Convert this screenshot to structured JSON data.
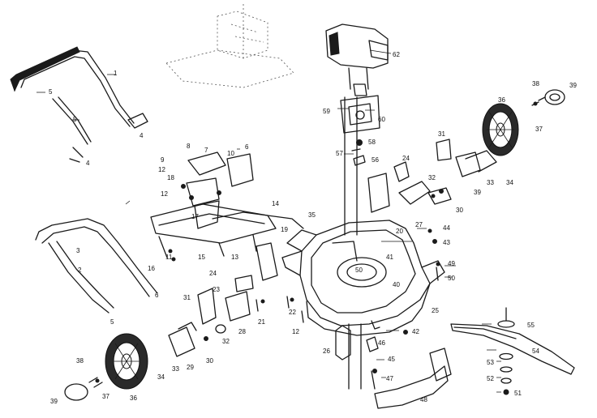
{
  "callouts": [
    {
      "id": "c1",
      "text": "1"
    },
    {
      "id": "c2",
      "text": "2"
    },
    {
      "id": "c3",
      "text": "3"
    },
    {
      "id": "c4a",
      "text": "4"
    },
    {
      "id": "c4b",
      "text": "4"
    },
    {
      "id": "c5a",
      "text": "5"
    },
    {
      "id": "c5b",
      "text": "5"
    },
    {
      "id": "c5c",
      "text": "5"
    },
    {
      "id": "c6a",
      "text": "6"
    },
    {
      "id": "c6b",
      "text": "6"
    },
    {
      "id": "c7",
      "text": "7"
    },
    {
      "id": "c8",
      "text": "8"
    },
    {
      "id": "c9",
      "text": "9"
    },
    {
      "id": "c10",
      "text": "10"
    },
    {
      "id": "c11",
      "text": "11"
    },
    {
      "id": "c12a",
      "text": "12"
    },
    {
      "id": "c12b",
      "text": "12"
    },
    {
      "id": "c12c",
      "text": "12"
    },
    {
      "id": "c13",
      "text": "13"
    },
    {
      "id": "c14",
      "text": "14"
    },
    {
      "id": "c15",
      "text": "15"
    },
    {
      "id": "c16",
      "text": "16"
    },
    {
      "id": "c17",
      "text": "17"
    },
    {
      "id": "c18",
      "text": "18"
    },
    {
      "id": "c19",
      "text": "19"
    },
    {
      "id": "c20",
      "text": "20"
    },
    {
      "id": "c21",
      "text": "21"
    },
    {
      "id": "c22",
      "text": "22"
    },
    {
      "id": "c23",
      "text": "23"
    },
    {
      "id": "c24a",
      "text": "24"
    },
    {
      "id": "c24b",
      "text": "24"
    },
    {
      "id": "c25",
      "text": "25"
    },
    {
      "id": "c26",
      "text": "26"
    },
    {
      "id": "c27",
      "text": "27"
    },
    {
      "id": "c28",
      "text": "28"
    },
    {
      "id": "c29",
      "text": "29"
    },
    {
      "id": "c30a",
      "text": "30"
    },
    {
      "id": "c30b",
      "text": "30"
    },
    {
      "id": "c31a",
      "text": "31"
    },
    {
      "id": "c31b",
      "text": "31"
    },
    {
      "id": "c32a",
      "text": "32"
    },
    {
      "id": "c32b",
      "text": "32"
    },
    {
      "id": "c33a",
      "text": "33"
    },
    {
      "id": "c33b",
      "text": "33"
    },
    {
      "id": "c34a",
      "text": "34"
    },
    {
      "id": "c34b",
      "text": "34"
    },
    {
      "id": "c35",
      "text": "35"
    },
    {
      "id": "c36a",
      "text": "36"
    },
    {
      "id": "c36b",
      "text": "36"
    },
    {
      "id": "c37a",
      "text": "37"
    },
    {
      "id": "c37b",
      "text": "37"
    },
    {
      "id": "c38a",
      "text": "38"
    },
    {
      "id": "c38b",
      "text": "38"
    },
    {
      "id": "c39a",
      "text": "39"
    },
    {
      "id": "c39b",
      "text": "39"
    },
    {
      "id": "c39c",
      "text": "39"
    },
    {
      "id": "c40",
      "text": "40"
    },
    {
      "id": "c41",
      "text": "41"
    },
    {
      "id": "c42",
      "text": "42"
    },
    {
      "id": "c43",
      "text": "43"
    },
    {
      "id": "c44",
      "text": "44"
    },
    {
      "id": "c45",
      "text": "45"
    },
    {
      "id": "c46",
      "text": "46"
    },
    {
      "id": "c47",
      "text": "47"
    },
    {
      "id": "c48",
      "text": "48"
    },
    {
      "id": "c49",
      "text": "49"
    },
    {
      "id": "c50a",
      "text": "50"
    },
    {
      "id": "c50b",
      "text": "50"
    },
    {
      "id": "c51",
      "text": "51"
    },
    {
      "id": "c52",
      "text": "52"
    },
    {
      "id": "c53",
      "text": "53"
    },
    {
      "id": "c54",
      "text": "54"
    },
    {
      "id": "c55",
      "text": "55"
    },
    {
      "id": "c56",
      "text": "56"
    },
    {
      "id": "c57",
      "text": "57"
    },
    {
      "id": "c58",
      "text": "58"
    },
    {
      "id": "c59",
      "text": "59"
    },
    {
      "id": "c60",
      "text": "60"
    },
    {
      "id": "c62",
      "text": "62"
    }
  ]
}
